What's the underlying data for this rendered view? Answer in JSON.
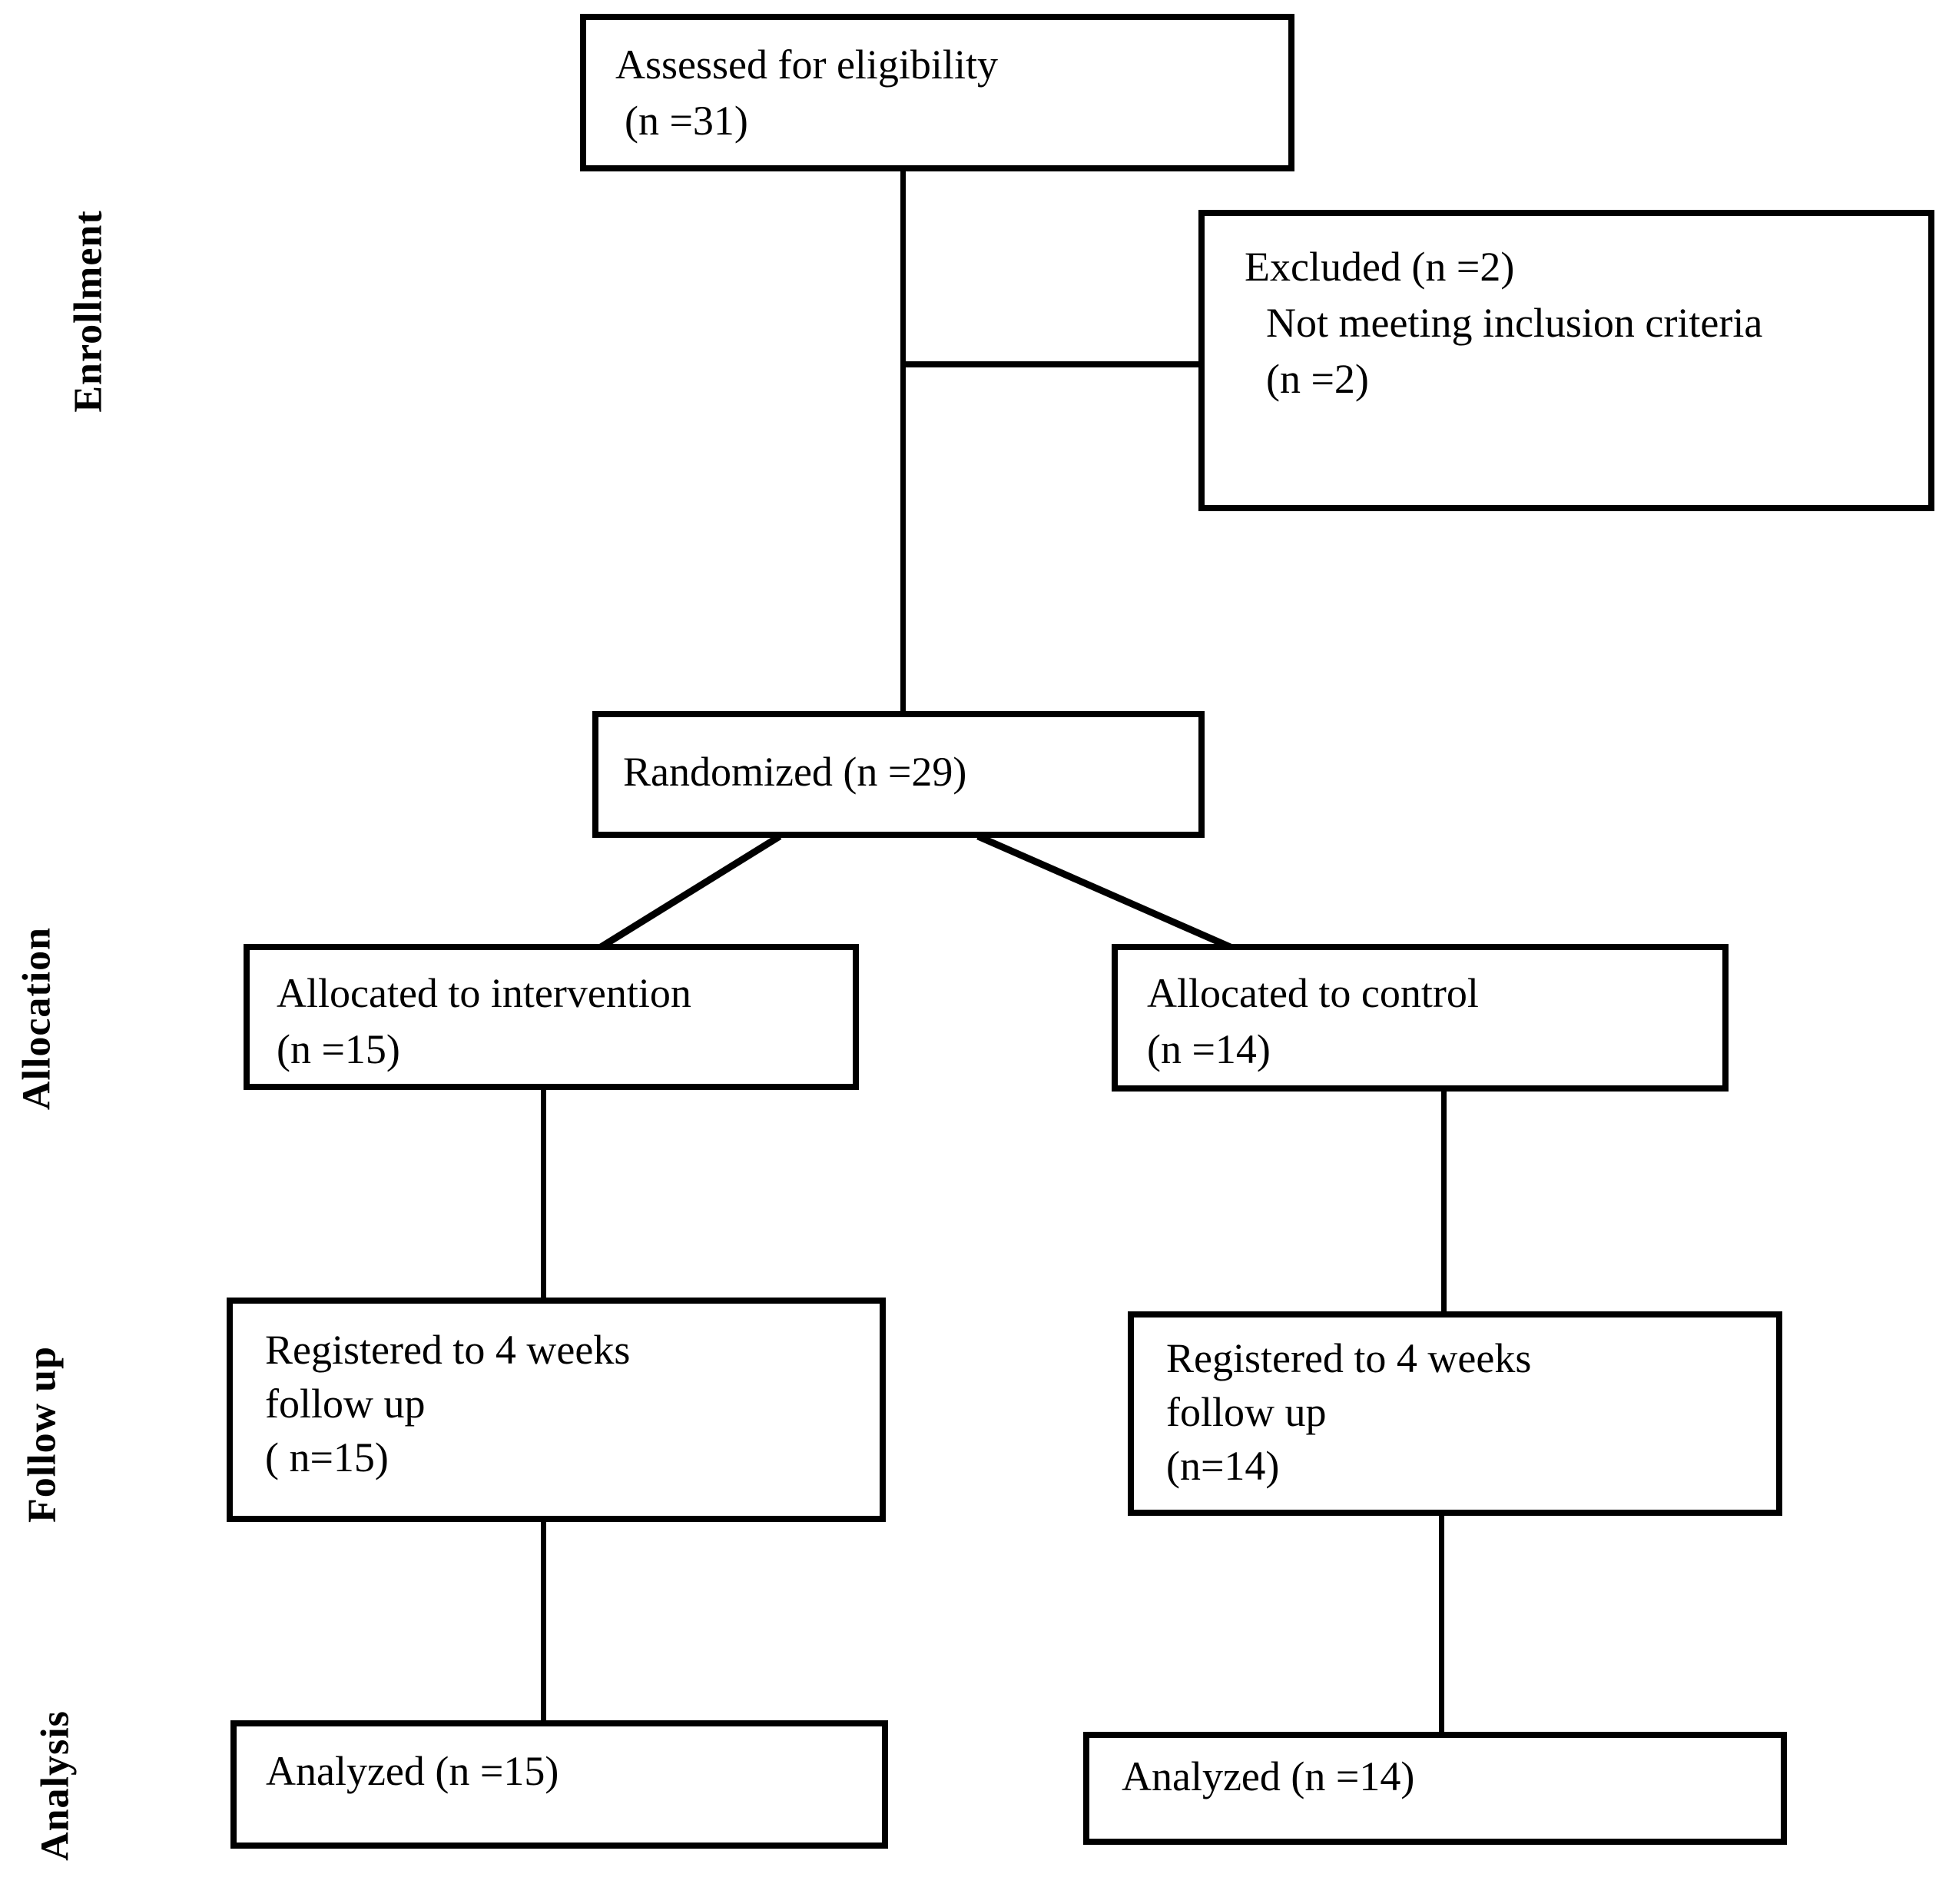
{
  "colors": {
    "line": "#000000",
    "text": "#000000",
    "background": "#ffffff"
  },
  "stage_labels": {
    "enrollment": "Enrollment",
    "allocation": "Allocation",
    "follow_up": "Follow up",
    "analysis": "Analysis"
  },
  "boxes": {
    "assessed": {
      "line1": "Assessed for eligibility",
      "line2": "(n =31)"
    },
    "excluded": {
      "line1": "Excluded (n =2)",
      "line2": "Not meeting inclusion criteria",
      "line3": "(n =2)"
    },
    "randomized": {
      "line1": "Randomized (n =29)"
    },
    "allocated_intervention": {
      "line1": "Allocated to intervention",
      "line2": "(n =15)"
    },
    "allocated_control": {
      "line1": "Allocated to control",
      "line2": "(n =14)"
    },
    "followup_intervention": {
      "line1": "Registered to 4 weeks",
      "line2": "follow up",
      "line3": "( n=15)"
    },
    "followup_control": {
      "line1": "Registered to 4 weeks",
      "line2": "follow up",
      "line3": "(n=14)"
    },
    "analyzed_intervention": {
      "line1": "Analyzed (n =15)"
    },
    "analyzed_control": {
      "line1": "Analyzed (n =14)"
    }
  }
}
